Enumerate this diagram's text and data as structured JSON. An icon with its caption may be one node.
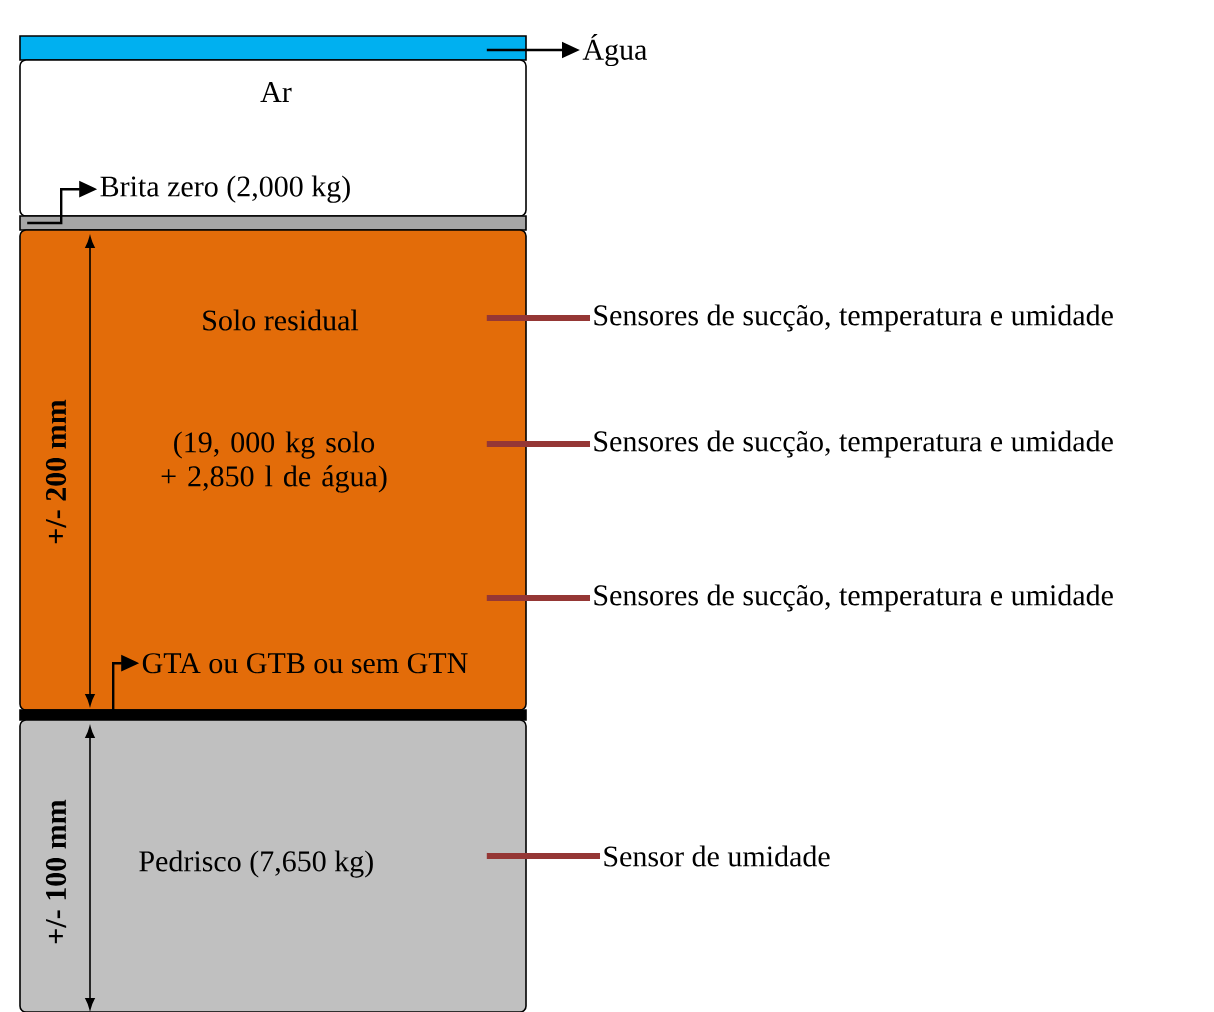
{
  "diagram": {
    "nodes": [
      {
        "text": [],
        "shape": "bar"
      },
      {
        "text": [
          "Água"
        ]
      },
      {
        "text": [
          "Ar"
        ]
      },
      {
        "text": [
          "Brita zero (2,000 kg)"
        ],
        "in": 2
      },
      {
        "text": [],
        "shape": "bar"
      },
      {
        "text": [
          "Solo residual",
          "(19, 000 kg solo + 2,850 l de água)"
        ]
      },
      {
        "text": [
          "GTA ou GTB ou sem GTN"
        ],
        "in": 5
      },
      {
        "text": [],
        "shape": "bar"
      },
      {
        "text": [
          "Pedrisco (7,650 kg)"
        ]
      },
      {
        "text": [
          "Sensores de sucção, temperatura e umidade"
        ]
      },
      {
        "text": [
          "Sensores de sucção, temperatura e umidade"
        ]
      },
      {
        "text": [
          "Sensores de sucção, temperatura e umidade"
        ]
      },
      {
        "text": [
          "Sensor de umidade"
        ]
      }
    ],
    "edges": [
      {
        "from": 0,
        "to": 1,
        "arrow": "to",
        "color": "#000000"
      },
      {
        "from": 4,
        "to": 3,
        "arrow": "to",
        "color": "#000000"
      },
      {
        "from": 7,
        "to": 6,
        "arrow": "to",
        "color": "#000000"
      },
      {
        "from": 9,
        "to": 5,
        "arrow": "none",
        "color": "#953735"
      },
      {
        "from": 10,
        "to": 5,
        "arrow": "none",
        "color": "#953735"
      },
      {
        "from": 11,
        "to": 5,
        "arrow": "none",
        "color": "#953735"
      },
      {
        "from": 12,
        "to": 8,
        "arrow": "none",
        "color": "#953735"
      }
    ],
    "labels": [
      "+/- 200 mm",
      "+/- 100 mm"
    ]
  }
}
